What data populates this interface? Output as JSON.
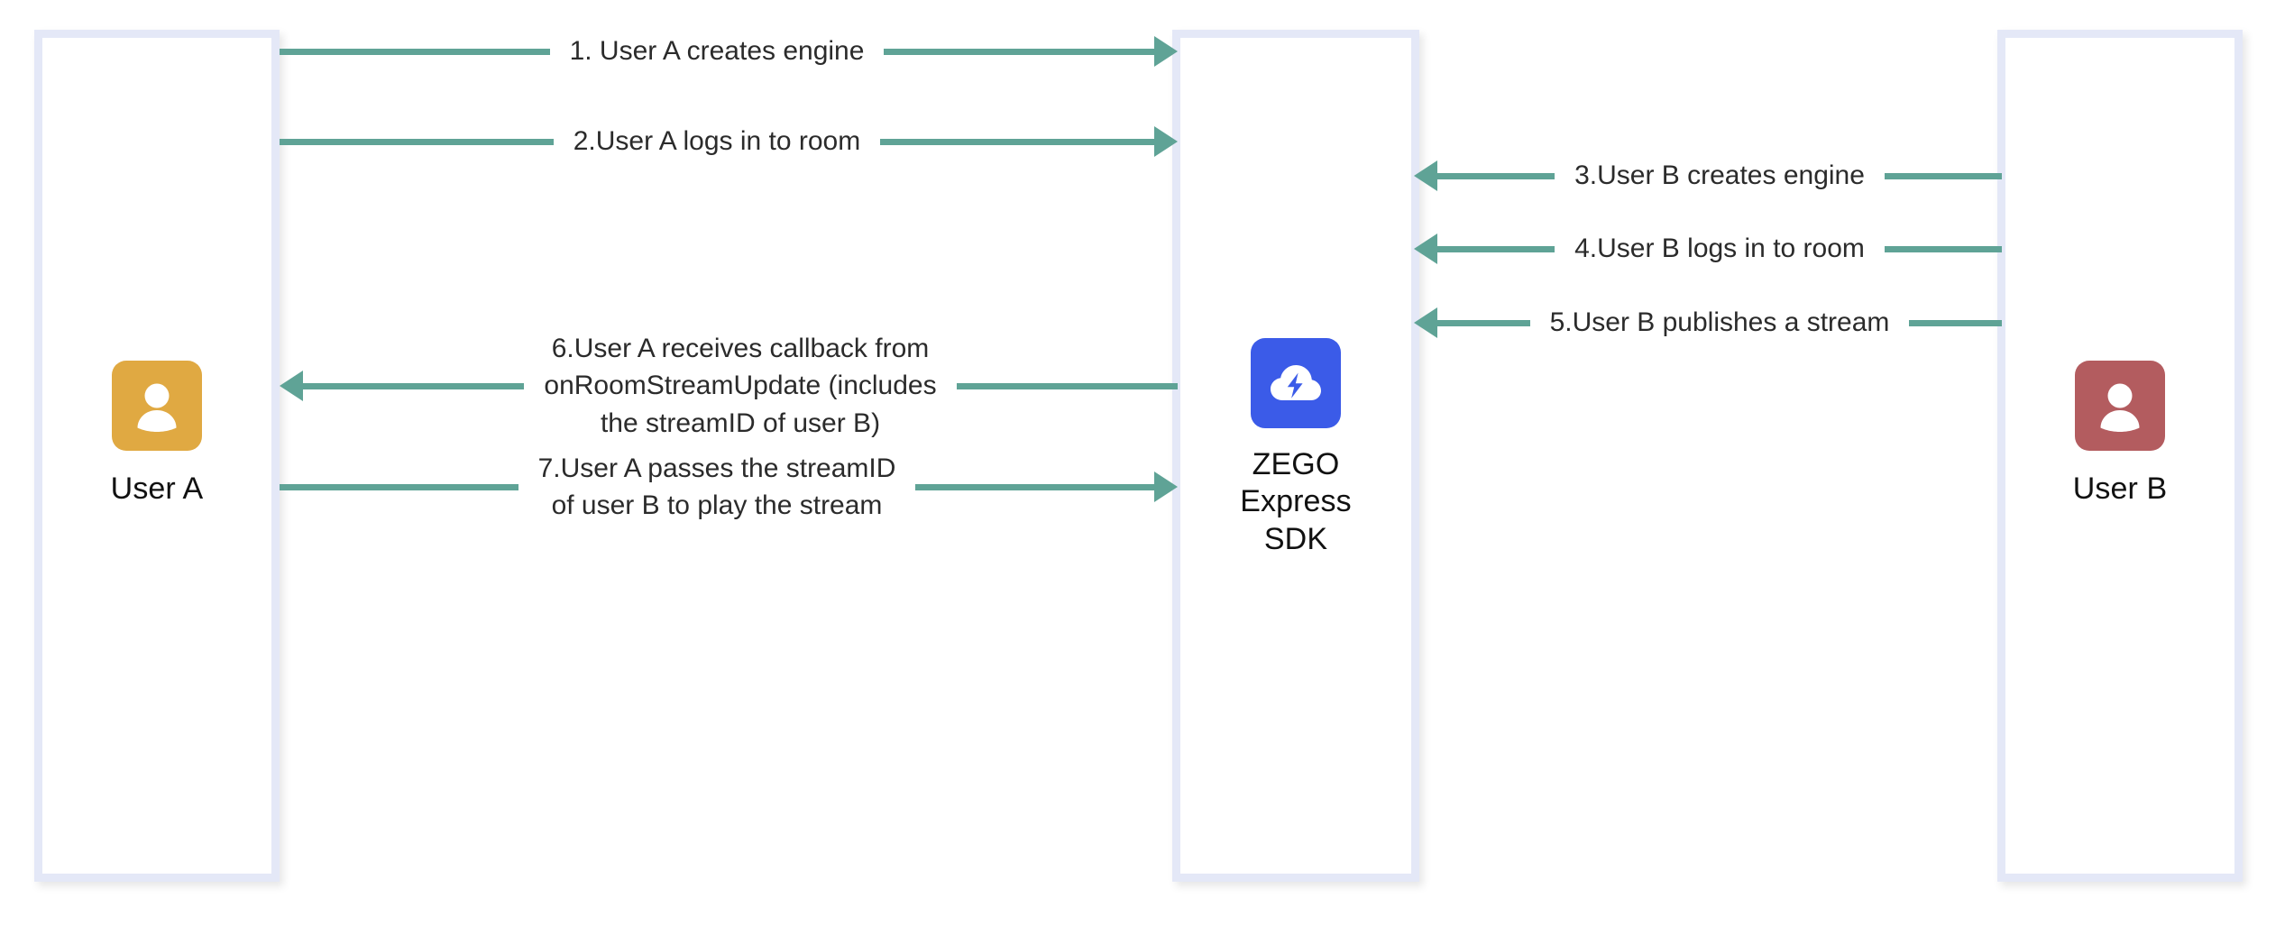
{
  "diagram": {
    "title": "ZEGO Express SDK stream publish/play sequence",
    "type": "sequence-diagram",
    "colors": {
      "arrow": "#5FA396",
      "lifeline_border": "#E4E8F7",
      "user_a_avatar": "#E0A942",
      "user_b_avatar": "#B35C5F",
      "sdk_logo": "#3B5BE8",
      "label_text": "#2b2b2b",
      "background": "#ffffff"
    }
  },
  "actors": {
    "user_a": {
      "label": "User A",
      "icon": "person-avatar-icon"
    },
    "sdk": {
      "label": "ZEGO\nExpress\nSDK",
      "icon": "zego-cloud-bolt-logo"
    },
    "user_b": {
      "label": "User B",
      "icon": "person-avatar-icon"
    }
  },
  "messages": [
    {
      "step": "1",
      "text": "1. User A creates engine",
      "from": "user_a",
      "to": "sdk",
      "direction": "right"
    },
    {
      "step": "2",
      "text": "2.User A logs in to room",
      "from": "user_a",
      "to": "sdk",
      "direction": "right"
    },
    {
      "step": "3",
      "text": "3.User B creates engine",
      "from": "user_b",
      "to": "sdk",
      "direction": "left"
    },
    {
      "step": "4",
      "text": "4.User B logs in to room",
      "from": "user_b",
      "to": "sdk",
      "direction": "left"
    },
    {
      "step": "5",
      "text": "5.User B publishes a stream",
      "from": "user_b",
      "to": "sdk",
      "direction": "left"
    },
    {
      "step": "6",
      "text": "6.User A receives callback from\nonRoomStreamUpdate (includes\nthe streamID of user B)",
      "from": "sdk",
      "to": "user_a",
      "direction": "left"
    },
    {
      "step": "7",
      "text": "7.User A passes the streamID\nof user B to play the stream",
      "from": "user_a",
      "to": "sdk",
      "direction": "right"
    }
  ]
}
